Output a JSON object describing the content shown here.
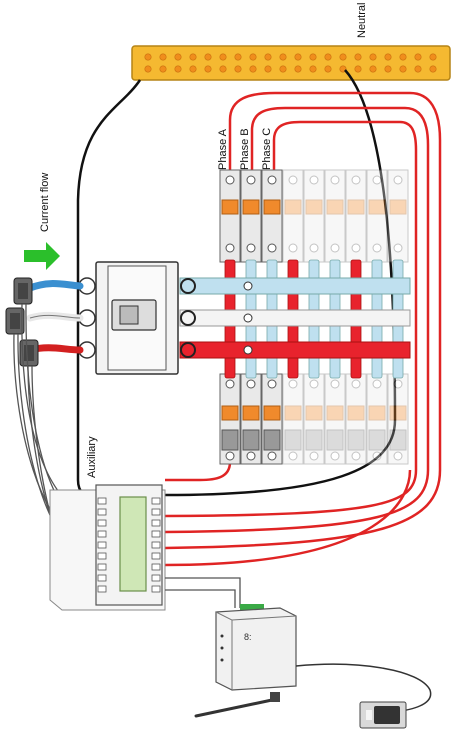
{
  "labels": {
    "neutral": "Neutral",
    "phase_a": "Phase A",
    "phase_b": "Phase B",
    "phase_c": "Phase C",
    "current_flow": "Current flow",
    "auxiliary": "Auxiliary"
  },
  "colors": {
    "neutral_bar": "#f5b931",
    "red_wire": "#e02424",
    "blue_wire": "#4aa0d8",
    "orange_breaker": "#f08a2c",
    "green_arrow": "#2bbf2b",
    "busbar_red": "#e8232d",
    "busbar_blue": "#bfe0ef"
  },
  "icons": [
    "arrow-right-icon",
    "antenna-icon",
    "power-plug-icon"
  ]
}
